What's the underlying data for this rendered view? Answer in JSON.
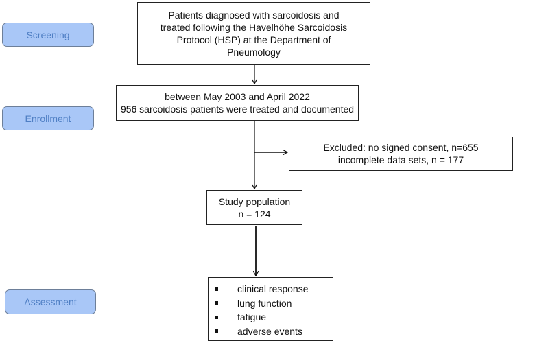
{
  "stages": [
    {
      "label": "Screening"
    },
    {
      "label": "Enrollment"
    },
    {
      "label": "Assessment"
    }
  ],
  "boxes": {
    "screening": {
      "lines": [
        "Patients diagnosed with sarcoidosis and",
        "treated following the Havelhöhe Sarcoidosis",
        "Protocol (HSP) at the Department of",
        "Pneumology"
      ]
    },
    "enrollment": {
      "lines": [
        "between May 2003 and April 2022",
        "956 sarcoidosis patients were treated and documented"
      ]
    },
    "excluded": {
      "lines": [
        "Excluded: no signed consent, n=655",
        "incomplete data sets, n = 177"
      ]
    },
    "population": {
      "lines": [
        "Study population",
        "n = 124"
      ]
    },
    "assessment": {
      "items": [
        "clinical response",
        "lung function",
        "fatigue",
        "adverse events"
      ]
    }
  },
  "colors": {
    "stage_fill": "#a9c7f7",
    "stage_text": "#4f7fc4",
    "line": "#111111"
  }
}
